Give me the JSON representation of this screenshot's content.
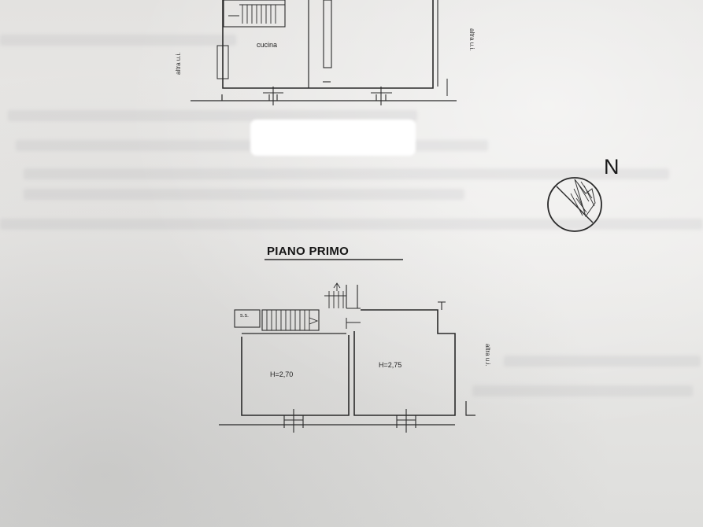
{
  "upper_plan": {
    "room_label": "cucina",
    "side_left_label": "altra u.i.",
    "side_right_label": "altra u.i."
  },
  "lower_plan": {
    "title": "PIANO PRIMO",
    "stair_label": "s.s.",
    "room_left_label": "H=2,70",
    "room_right_label": "H=2,75",
    "side_right_label": "altra u.i."
  },
  "compass": {
    "label": "N"
  },
  "colors": {
    "paper": "#eae9e7",
    "ink": "#222222",
    "redaction": "#ffffff"
  }
}
